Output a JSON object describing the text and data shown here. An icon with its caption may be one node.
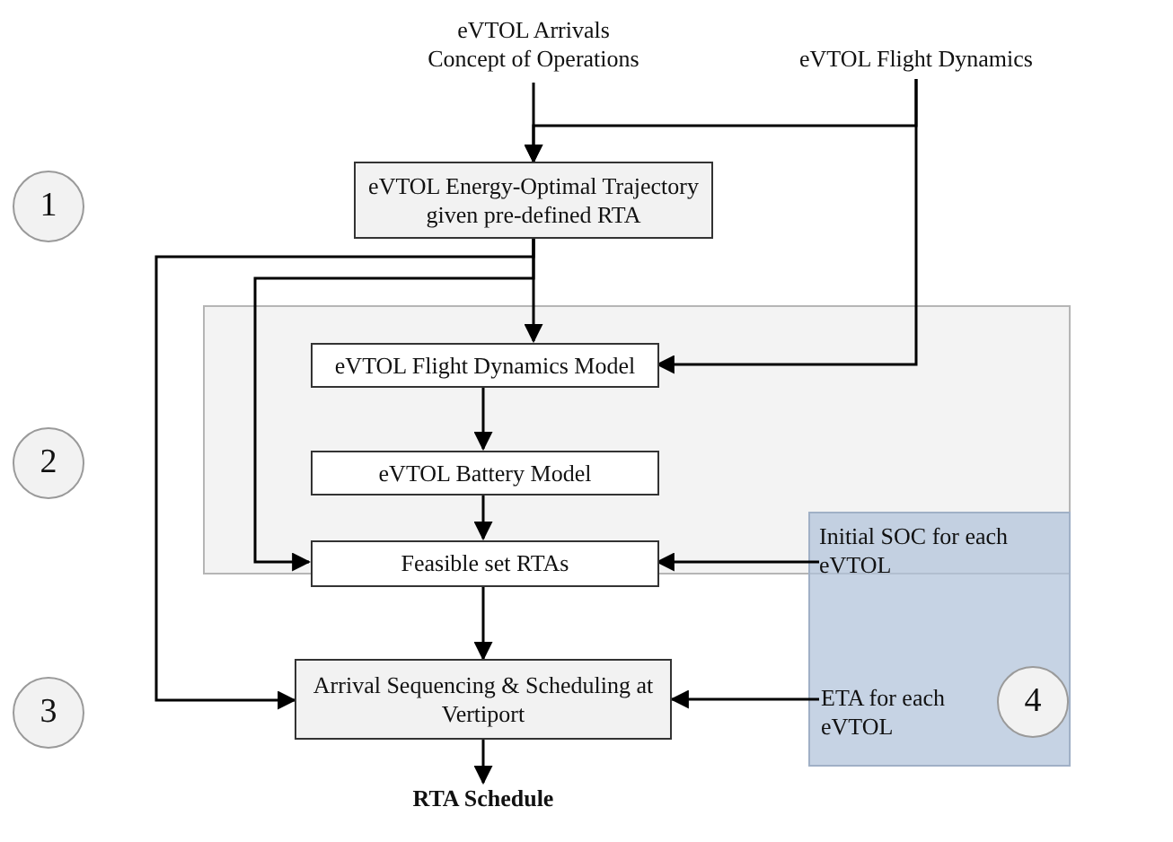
{
  "diagram": {
    "nodes": [
      {
        "text": [
          "eVTOL Arrivals Concept of Operations"
        ]
      },
      {
        "text": [
          "eVTOL Flight Dynamics"
        ]
      },
      {
        "text": [
          "1"
        ]
      },
      {
        "text": [
          "eVTOL Energy-Optimal Trajectory given pre-defined RTA"
        ]
      },
      {
        "text": [],
        "shape": "box"
      },
      {
        "text": [
          "2"
        ]
      },
      {
        "text": [
          "eVTOL Flight Dynamics Model"
        ],
        "in": 4
      },
      {
        "text": [
          "eVTOL Battery Model"
        ],
        "in": 4
      },
      {
        "text": [
          "Feasible set RTAs"
        ],
        "in": 4
      },
      {
        "text": [],
        "shape": "box"
      },
      {
        "text": [
          "Initial SOC for each eVTOL"
        ]
      },
      {
        "text": [
          "3"
        ]
      },
      {
        "text": [
          "Arrival Sequencing & Scheduling at Vertiport"
        ]
      },
      {
        "text": [
          "ETA for each eVTOL"
        ],
        "in": 9
      },
      {
        "text": [
          "4"
        ],
        "in": 9
      },
      {
        "text": [
          "RTA Schedule"
        ]
      }
    ],
    "edges": [
      {
        "from": 0,
        "to": 3,
        "arrow": "to"
      },
      {
        "from": 1,
        "to": 3,
        "arrow": "to"
      },
      {
        "from": 1,
        "to": 6,
        "arrow": "to"
      },
      {
        "from": 3,
        "to": 6,
        "arrow": "to"
      },
      {
        "from": 3,
        "to": 8,
        "arrow": "to"
      },
      {
        "from": 3,
        "to": 12,
        "arrow": "to"
      },
      {
        "from": 6,
        "to": 7,
        "arrow": "to"
      },
      {
        "from": 7,
        "to": 8,
        "arrow": "to"
      },
      {
        "from": 8,
        "to": 12,
        "arrow": "to"
      },
      {
        "from": 10,
        "to": 8,
        "arrow": "to"
      },
      {
        "from": 13,
        "to": 12,
        "arrow": "to"
      },
      {
        "from": 12,
        "to": 15,
        "arrow": "to"
      }
    ]
  }
}
